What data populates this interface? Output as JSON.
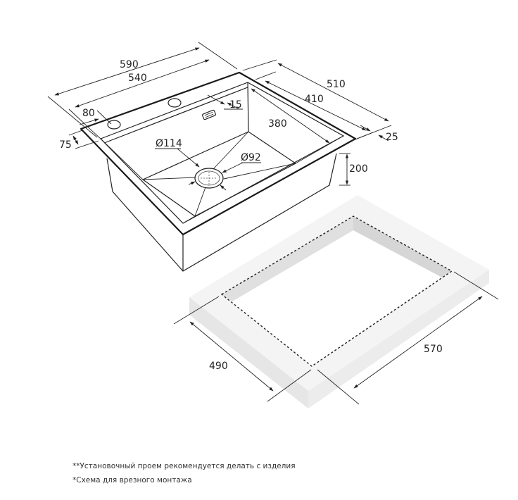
{
  "sink_dimensions": {
    "overall_width": "590",
    "inner_width": "540",
    "overall_depth": "510",
    "inner_depth": "410",
    "bowl_depth_length": "380",
    "rim_offset_right": "25",
    "bowl_height": "200",
    "tap_hole_offset": "80",
    "tap_hole_depth_offset": "75",
    "rim_step": "15",
    "drain_outer_diameter": "Ø114",
    "drain_inner_diameter": "Ø92"
  },
  "cutout_dimensions": {
    "depth": "490",
    "width": "570"
  },
  "notes": [
    "**Установочный проем рекомендуется делать с изделия",
    "*Схема для врезного монтажа"
  ]
}
